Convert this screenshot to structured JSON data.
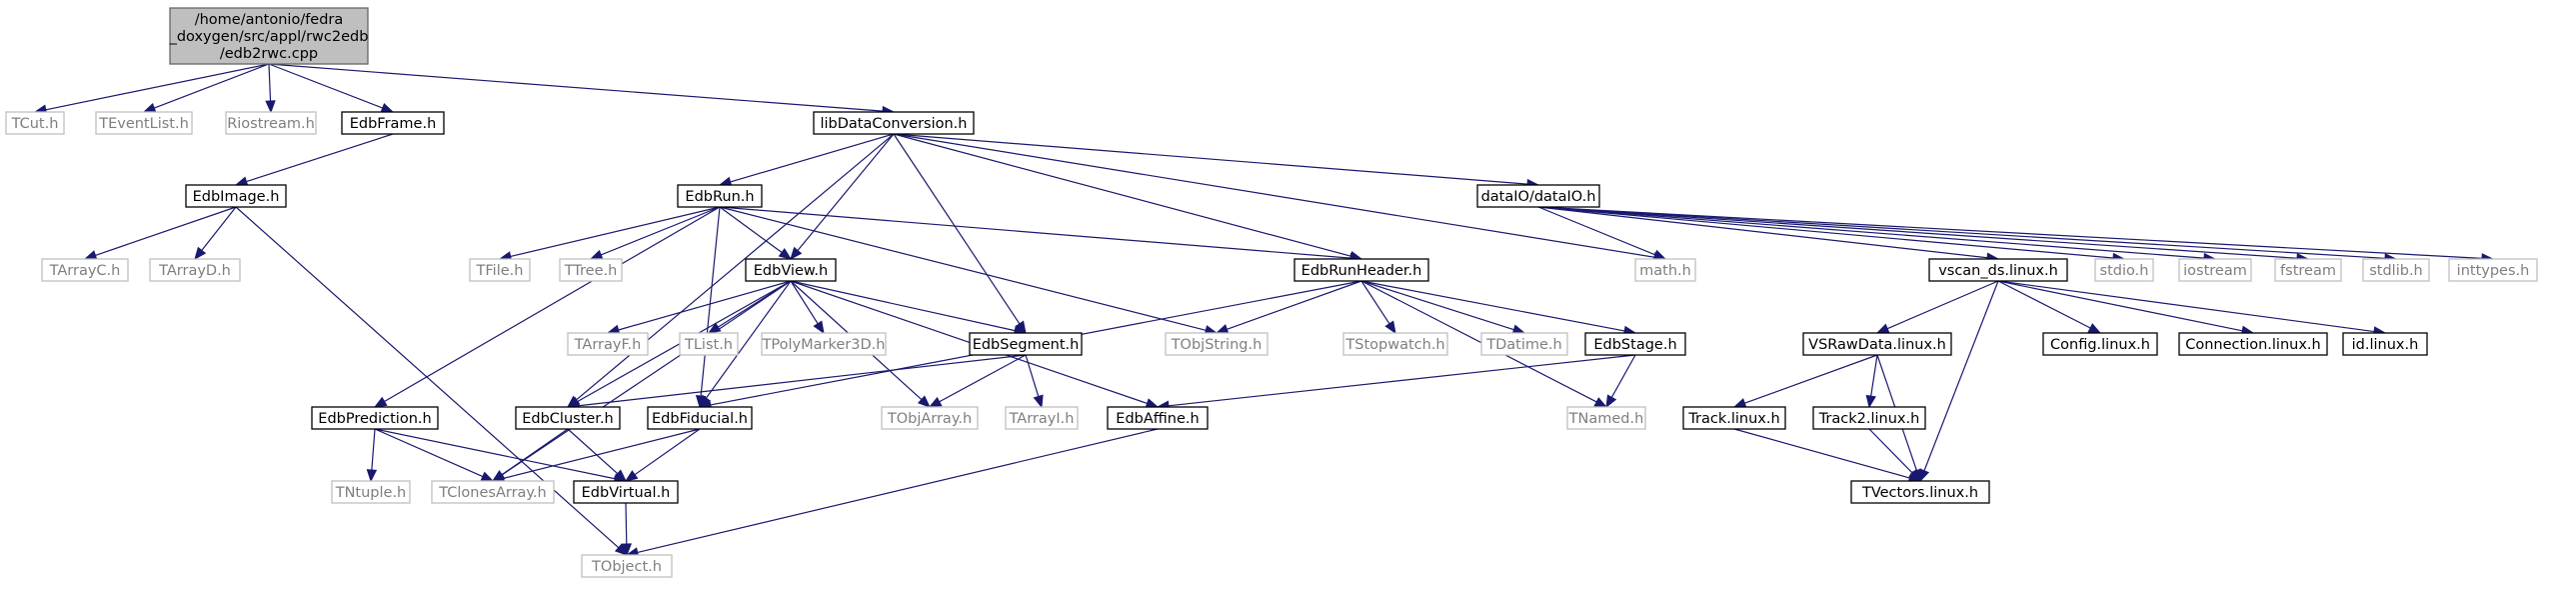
{
  "diagram": {
    "type": "include-dependency-graph",
    "colors": {
      "edge": "#191970",
      "root_fill": "#bfbfbf",
      "known_border": "#000000",
      "external_border": "#bfbfbf",
      "external_text": "#7f7f7f"
    },
    "nodes": [
      {
        "id": "root",
        "lines": [
          "/home/antonio/fedra",
          "_doxygen/src/appl/rwc2edb",
          "/edb2rwc.cpp"
        ],
        "kind": "root"
      },
      {
        "id": "tcut",
        "lines": [
          "TCut.h"
        ],
        "kind": "external"
      },
      {
        "id": "teventlist",
        "lines": [
          "TEventList.h"
        ],
        "kind": "external"
      },
      {
        "id": "riostream",
        "lines": [
          "Riostream.h"
        ],
        "kind": "external"
      },
      {
        "id": "edbframe",
        "lines": [
          "EdbFrame.h"
        ],
        "kind": "known"
      },
      {
        "id": "libdataconversion",
        "lines": [
          "libDataConversion.h"
        ],
        "kind": "known"
      },
      {
        "id": "edbimage",
        "lines": [
          "EdbImage.h"
        ],
        "kind": "known"
      },
      {
        "id": "edbrun",
        "lines": [
          "EdbRun.h"
        ],
        "kind": "known"
      },
      {
        "id": "dataio",
        "lines": [
          "dataIO/dataIO.h"
        ],
        "kind": "known"
      },
      {
        "id": "tarrayc",
        "lines": [
          "TArrayC.h"
        ],
        "kind": "external"
      },
      {
        "id": "tarrayd",
        "lines": [
          "TArrayD.h"
        ],
        "kind": "external"
      },
      {
        "id": "tfile",
        "lines": [
          "TFile.h"
        ],
        "kind": "external"
      },
      {
        "id": "ttree",
        "lines": [
          "TTree.h"
        ],
        "kind": "external"
      },
      {
        "id": "edbview",
        "lines": [
          "EdbView.h"
        ],
        "kind": "known"
      },
      {
        "id": "edbrunheader",
        "lines": [
          "EdbRunHeader.h"
        ],
        "kind": "known"
      },
      {
        "id": "mathh",
        "lines": [
          "math.h"
        ],
        "kind": "external"
      },
      {
        "id": "vscan",
        "lines": [
          "vscan_ds.linux.h"
        ],
        "kind": "known"
      },
      {
        "id": "stdioh",
        "lines": [
          "stdio.h"
        ],
        "kind": "external"
      },
      {
        "id": "iostream",
        "lines": [
          "iostream"
        ],
        "kind": "external"
      },
      {
        "id": "fstream",
        "lines": [
          "fstream"
        ],
        "kind": "external"
      },
      {
        "id": "stdlibh",
        "lines": [
          "stdlib.h"
        ],
        "kind": "external"
      },
      {
        "id": "inttypesh",
        "lines": [
          "inttypes.h"
        ],
        "kind": "external"
      },
      {
        "id": "tarrayf",
        "lines": [
          "TArrayF.h"
        ],
        "kind": "external"
      },
      {
        "id": "tlist",
        "lines": [
          "TList.h"
        ],
        "kind": "external"
      },
      {
        "id": "tpolymarker",
        "lines": [
          "TPolyMarker3D.h"
        ],
        "kind": "external"
      },
      {
        "id": "edbsegment",
        "lines": [
          "EdbSegment.h"
        ],
        "kind": "known"
      },
      {
        "id": "tobjstring",
        "lines": [
          "TObjString.h"
        ],
        "kind": "external"
      },
      {
        "id": "tstopwatch",
        "lines": [
          "TStopwatch.h"
        ],
        "kind": "external"
      },
      {
        "id": "tdatime",
        "lines": [
          "TDatime.h"
        ],
        "kind": "external"
      },
      {
        "id": "edbstage",
        "lines": [
          "EdbStage.h"
        ],
        "kind": "known"
      },
      {
        "id": "vsraw",
        "lines": [
          "VSRawData.linux.h"
        ],
        "kind": "known"
      },
      {
        "id": "config",
        "lines": [
          "Config.linux.h"
        ],
        "kind": "known"
      },
      {
        "id": "connection",
        "lines": [
          "Connection.linux.h"
        ],
        "kind": "known"
      },
      {
        "id": "idlinux",
        "lines": [
          "id.linux.h"
        ],
        "kind": "known"
      },
      {
        "id": "edbprediction",
        "lines": [
          "EdbPrediction.h"
        ],
        "kind": "known"
      },
      {
        "id": "edbcluster",
        "lines": [
          "EdbCluster.h"
        ],
        "kind": "known"
      },
      {
        "id": "edbfiducial",
        "lines": [
          "EdbFiducial.h"
        ],
        "kind": "known"
      },
      {
        "id": "tobjarray",
        "lines": [
          "TObjArray.h"
        ],
        "kind": "external"
      },
      {
        "id": "tarrayi",
        "lines": [
          "TArrayI.h"
        ],
        "kind": "external"
      },
      {
        "id": "edbaffine",
        "lines": [
          "EdbAffine.h"
        ],
        "kind": "known"
      },
      {
        "id": "tnamed",
        "lines": [
          "TNamed.h"
        ],
        "kind": "external"
      },
      {
        "id": "track",
        "lines": [
          "Track.linux.h"
        ],
        "kind": "known"
      },
      {
        "id": "track2",
        "lines": [
          "Track2.linux.h"
        ],
        "kind": "known"
      },
      {
        "id": "tntuple",
        "lines": [
          "TNtuple.h"
        ],
        "kind": "external"
      },
      {
        "id": "tclonesarray",
        "lines": [
          "TClonesArray.h"
        ],
        "kind": "external"
      },
      {
        "id": "edbvirtual",
        "lines": [
          "EdbVirtual.h"
        ],
        "kind": "known"
      },
      {
        "id": "tvectors",
        "lines": [
          "TVectors.linux.h"
        ],
        "kind": "known"
      },
      {
        "id": "tobject",
        "lines": [
          "TObject.h"
        ],
        "kind": "external"
      }
    ],
    "edges": [
      [
        "root",
        "tcut"
      ],
      [
        "root",
        "teventlist"
      ],
      [
        "root",
        "riostream"
      ],
      [
        "root",
        "edbframe"
      ],
      [
        "root",
        "libdataconversion"
      ],
      [
        "edbframe",
        "edbimage"
      ],
      [
        "edbimage",
        "tarrayc"
      ],
      [
        "edbimage",
        "tarrayd"
      ],
      [
        "edbimage",
        "tobject"
      ],
      [
        "libdataconversion",
        "edbrun"
      ],
      [
        "libdataconversion",
        "edbview"
      ],
      [
        "libdataconversion",
        "edbsegment"
      ],
      [
        "libdataconversion",
        "edbcluster"
      ],
      [
        "libdataconversion",
        "edbrunheader"
      ],
      [
        "libdataconversion",
        "mathh"
      ],
      [
        "libdataconversion",
        "dataio"
      ],
      [
        "edbrun",
        "edbprediction"
      ],
      [
        "edbrun",
        "tfile"
      ],
      [
        "edbrun",
        "ttree"
      ],
      [
        "edbrun",
        "edbview"
      ],
      [
        "edbrun",
        "edbrunheader"
      ],
      [
        "edbrun",
        "tobjstring"
      ],
      [
        "edbrun",
        "edbfiducial"
      ],
      [
        "edbview",
        "tarrayf"
      ],
      [
        "edbview",
        "tlist"
      ],
      [
        "edbview",
        "tpolymarker"
      ],
      [
        "edbview",
        "edbsegment"
      ],
      [
        "edbview",
        "edbcluster"
      ],
      [
        "edbview",
        "edbfiducial"
      ],
      [
        "edbview",
        "tobjarray"
      ],
      [
        "edbview",
        "edbaffine"
      ],
      [
        "edbview",
        "tclonesarray"
      ],
      [
        "edbrunheader",
        "tobjstring"
      ],
      [
        "edbrunheader",
        "tstopwatch"
      ],
      [
        "edbrunheader",
        "tdatime"
      ],
      [
        "edbrunheader",
        "edbstage"
      ],
      [
        "edbrunheader",
        "edbfiducial"
      ],
      [
        "edbrunheader",
        "tnamed"
      ],
      [
        "edbstage",
        "tnamed"
      ],
      [
        "edbstage",
        "edbaffine"
      ],
      [
        "edbsegment",
        "edbcluster"
      ],
      [
        "edbsegment",
        "tobjarray"
      ],
      [
        "edbsegment",
        "tarrayi"
      ],
      [
        "edbprediction",
        "tntuple"
      ],
      [
        "edbprediction",
        "tclonesarray"
      ],
      [
        "edbprediction",
        "edbvirtual"
      ],
      [
        "edbcluster",
        "tclonesarray"
      ],
      [
        "edbcluster",
        "edbvirtual"
      ],
      [
        "edbfiducial",
        "tclonesarray"
      ],
      [
        "edbfiducial",
        "edbvirtual"
      ],
      [
        "edbvirtual",
        "tobject"
      ],
      [
        "edbaffine",
        "tobject"
      ],
      [
        "dataio",
        "mathh"
      ],
      [
        "dataio",
        "vscan"
      ],
      [
        "dataio",
        "stdioh"
      ],
      [
        "dataio",
        "iostream"
      ],
      [
        "dataio",
        "fstream"
      ],
      [
        "dataio",
        "stdlibh"
      ],
      [
        "dataio",
        "inttypesh"
      ],
      [
        "vscan",
        "vsraw"
      ],
      [
        "vscan",
        "config"
      ],
      [
        "vscan",
        "connection"
      ],
      [
        "vscan",
        "idlinux"
      ],
      [
        "vscan",
        "tvectors"
      ],
      [
        "vsraw",
        "track"
      ],
      [
        "vsraw",
        "track2"
      ],
      [
        "vsraw",
        "tvectors"
      ],
      [
        "track",
        "tvectors"
      ],
      [
        "track2",
        "tvectors"
      ]
    ]
  }
}
